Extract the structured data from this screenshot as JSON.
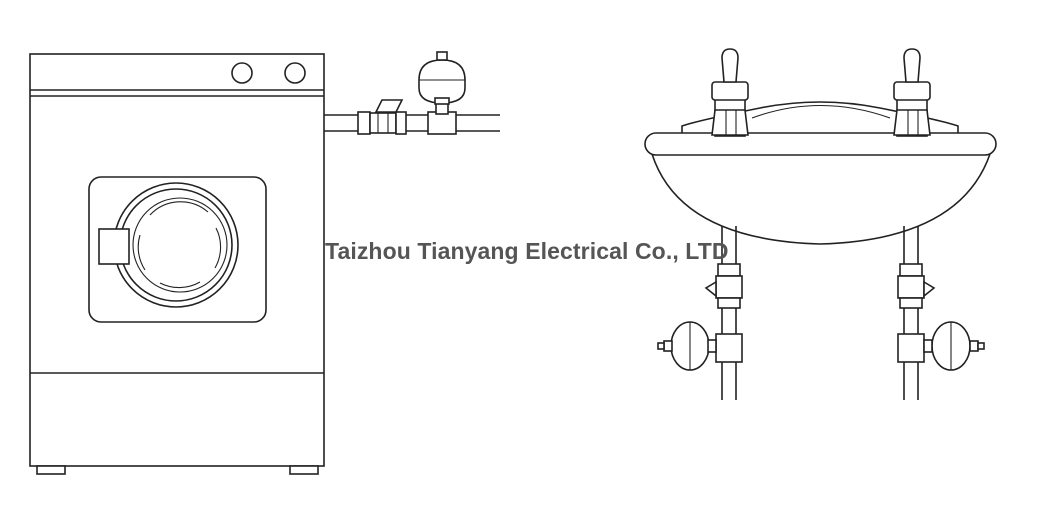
{
  "watermark": {
    "text": "Taizhou Tianyang Electrical Co., LTD"
  },
  "components": {
    "left": [
      "washing-machine",
      "ball-valve",
      "water-hammer-arrestor"
    ],
    "right": [
      "wash-basin",
      "faucet-left",
      "faucet-right",
      "angle-valve-left",
      "angle-valve-right",
      "water-hammer-arrestor-left",
      "water-hammer-arrestor-right"
    ]
  }
}
